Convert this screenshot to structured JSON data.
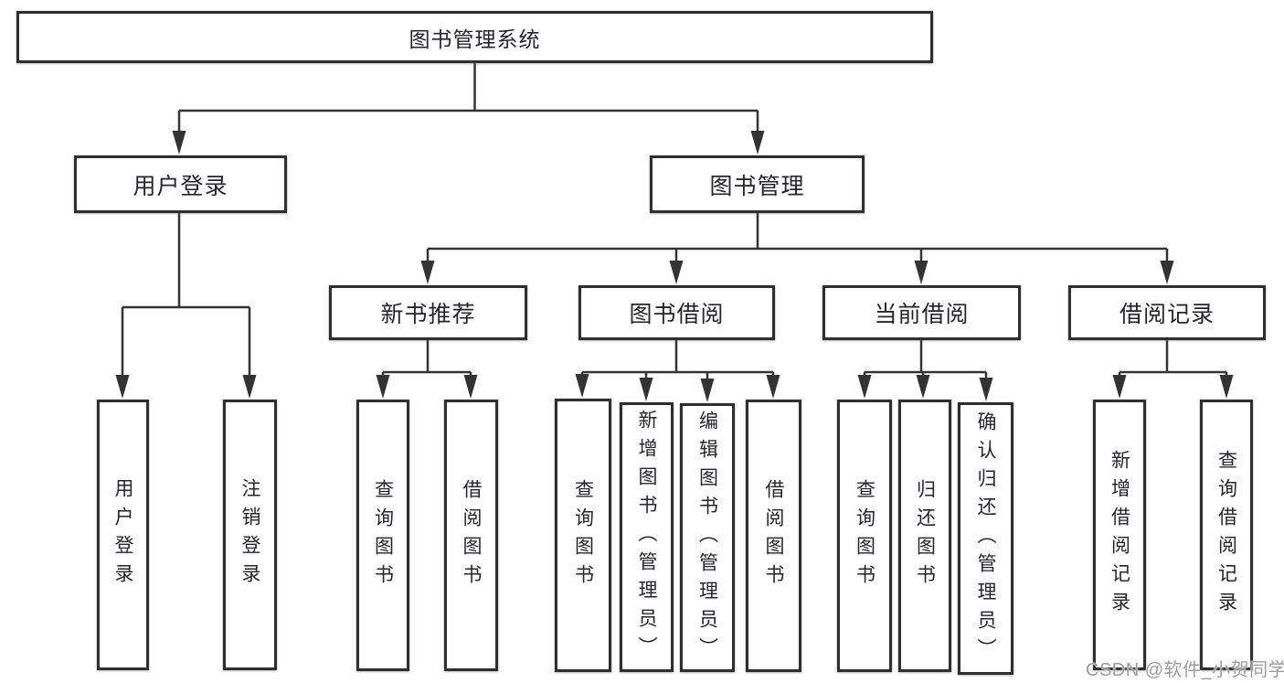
{
  "diagram": {
    "root": "图书管理系统",
    "branches": {
      "user_login": "用户登录",
      "book_mgmt": "图书管理"
    },
    "sections": {
      "new_books": "新书推荐",
      "book_borrow": "图书借阅",
      "current_borrow": "当前借阅",
      "borrow_records": "借阅记录"
    },
    "leaves": {
      "login": "用户登录",
      "logout": "注销登录",
      "nb_query": "查询图书",
      "nb_borrow": "借阅图书",
      "bb_query": "查询图书",
      "bb_add": "新增图书（管理员）",
      "bb_edit": "编辑图书（管理员）",
      "bb_borrow": "借阅图书",
      "cb_query": "查询图书",
      "cb_return": "归还图书",
      "cb_confirm": "确认归还（管理员）",
      "br_add": "新增借阅记录",
      "br_query": "查询借阅记录"
    }
  },
  "watermark": "CSDN @软件_小贺同学",
  "colors": {
    "line": "#333333",
    "box_border": "#2f2f2f",
    "text": "#26262a",
    "watermark": "#9c9c9c",
    "background": "#ffffff"
  }
}
